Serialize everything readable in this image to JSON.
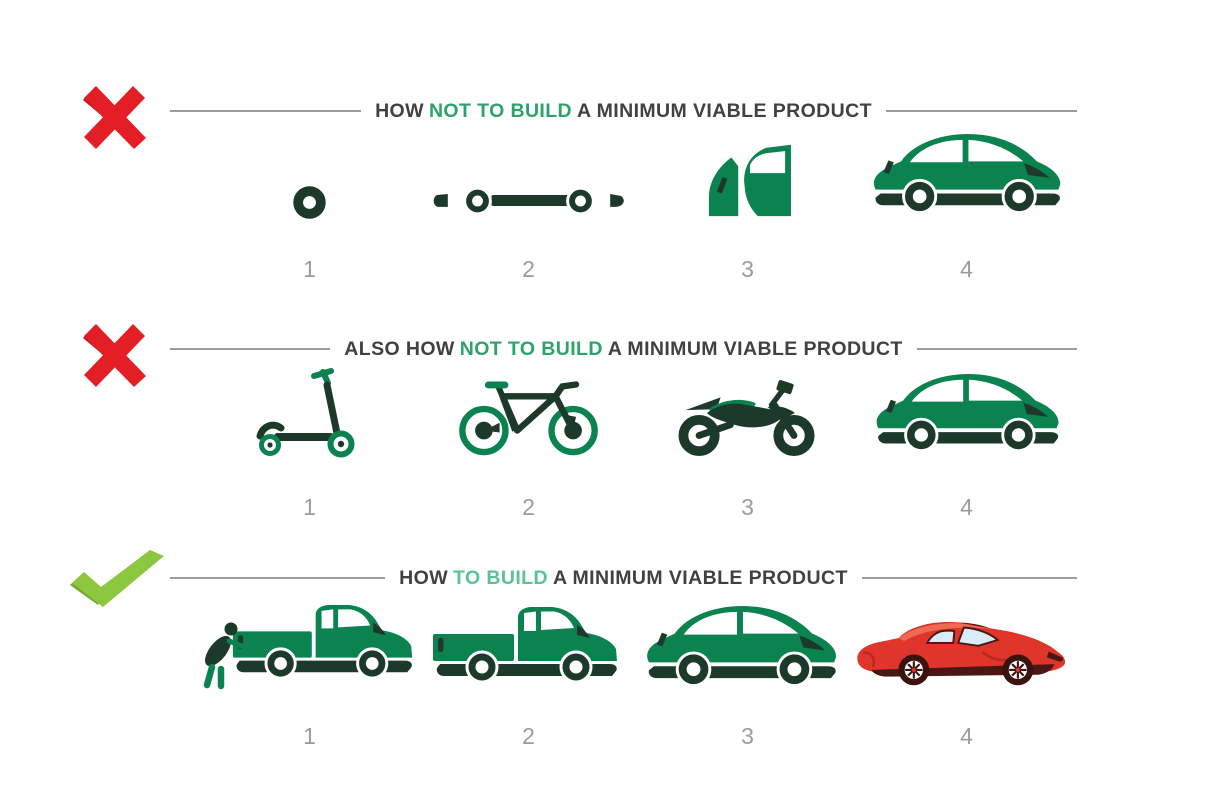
{
  "figure": {
    "background": "#ffffff",
    "columns": [
      "1",
      "2",
      "3",
      "4"
    ]
  },
  "colors": {
    "vehicle_green_dark": "#1d392c",
    "vehicle_green_medium": "#0b8350",
    "title_text": "#414141",
    "highlight_green": "#2ca36a",
    "highlight_green_light": "#58c495",
    "number_gray": "#9b9b9b",
    "rule_gray": "#9c9c9c",
    "x_mark_red": "#e41e25",
    "check_mark_green": "#8dc63f",
    "sports_car_red": "#e0352b"
  },
  "rows": [
    {
      "mark": "x-mark",
      "title_prefix": "HOW",
      "title_highlight": "NOT TO BUILD",
      "title_suffix": "A MINIMUM VIABLE PRODUCT",
      "highlight_color": "#2ca36a",
      "steps": [
        {
          "label": "1",
          "icon": "wheel-icon"
        },
        {
          "label": "2",
          "icon": "car-chassis-icon"
        },
        {
          "label": "3",
          "icon": "car-body-partial-icon"
        },
        {
          "label": "4",
          "icon": "green-car-icon"
        }
      ]
    },
    {
      "mark": "x-mark",
      "title_prefix": "ALSO HOW",
      "title_highlight": "NOT TO BUILD",
      "title_suffix": "A MINIMUM VIABLE PRODUCT",
      "highlight_color": "#2ca36a",
      "steps": [
        {
          "label": "1",
          "icon": "kick-scooter-icon"
        },
        {
          "label": "2",
          "icon": "bicycle-icon"
        },
        {
          "label": "3",
          "icon": "motorcycle-icon"
        },
        {
          "label": "4",
          "icon": "green-car-icon"
        }
      ]
    },
    {
      "mark": "check-mark",
      "title_prefix": "HOW",
      "title_highlight": "TO BUILD",
      "title_suffix": "A MINIMUM VIABLE PRODUCT",
      "highlight_color": "#58c495",
      "steps": [
        {
          "label": "1",
          "icon": "person-pushing-pickup-icon"
        },
        {
          "label": "2",
          "icon": "pickup-truck-icon"
        },
        {
          "label": "3",
          "icon": "green-sedan-icon"
        },
        {
          "label": "4",
          "icon": "red-sports-car-icon"
        }
      ]
    }
  ]
}
